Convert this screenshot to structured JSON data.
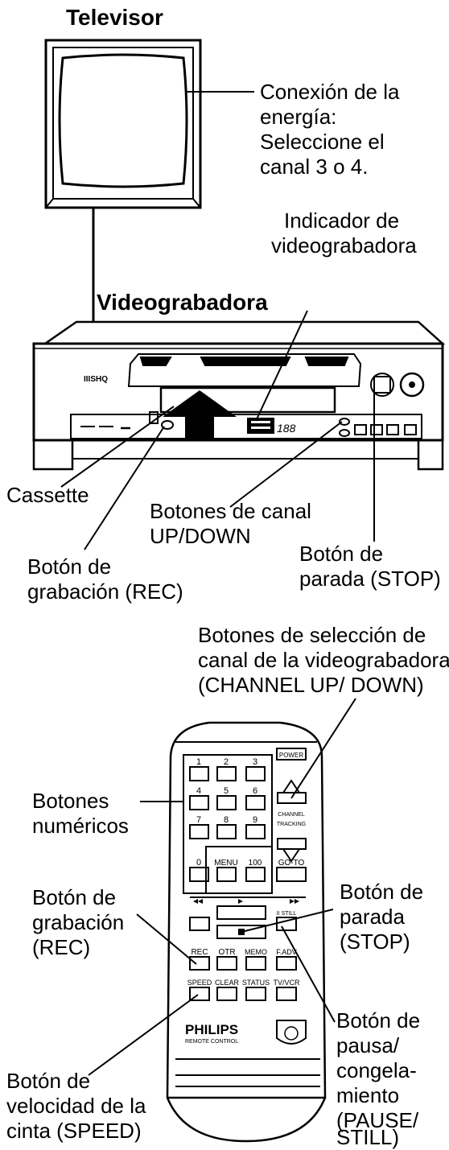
{
  "tv": {
    "title": "Televisor",
    "power_note": [
      "Conexión de la",
      "energía:",
      "Seleccione el",
      "canal 3 o 4."
    ]
  },
  "vcr": {
    "title": "Videograbadora",
    "logo": "IIISHQ",
    "display_digits": "188",
    "indicator_label": [
      "Indicador de",
      "videograbadora"
    ],
    "cassette_label": "Cassette",
    "channel_buttons_label": [
      "Botones de canal",
      "UP/DOWN"
    ],
    "rec_button_label": [
      "Botón de",
      "grabación (REC)"
    ],
    "stop_button_label": [
      "Botón de",
      "parada (STOP)"
    ]
  },
  "remote": {
    "channel_select_label": [
      "Botones de selección de",
      "canal de la videograbadora",
      "(CHANNEL UP/ DOWN)"
    ],
    "numeric_label": [
      "Botones",
      "numéricos"
    ],
    "rec_label": [
      "Botón de",
      "grabación",
      "(REC)"
    ],
    "stop_label": [
      "Botón de",
      "parada",
      "(STOP)"
    ],
    "pause_label": [
      "Botón de",
      "pausa/",
      "congela-",
      "miento",
      "(PAUSE/",
      "STILL)"
    ],
    "speed_label": [
      "Botón de",
      "velocidad de la",
      "cinta (SPEED)"
    ],
    "brand": "PHILIPS",
    "brand_sub": "REMOTE CONTROL",
    "keys": {
      "k1": "1",
      "k2": "2",
      "k3": "3",
      "k4": "4",
      "k5": "5",
      "k6": "6",
      "k7": "7",
      "k8": "8",
      "k9": "9",
      "k0": "0",
      "menu": "MENU",
      "k100": "100",
      "power": "POWER",
      "channel": "CHANNEL",
      "tracking": "TRACKING",
      "goto": "GO-TO",
      "rec": "REC",
      "otr": "OTR",
      "memo": "MEMO",
      "fadv": "F.ADV",
      "speed": "SPEED",
      "clear": "CLEAR",
      "status": "STATUS",
      "tvvcr": "TV/VCR",
      "still": "II STILL"
    }
  }
}
